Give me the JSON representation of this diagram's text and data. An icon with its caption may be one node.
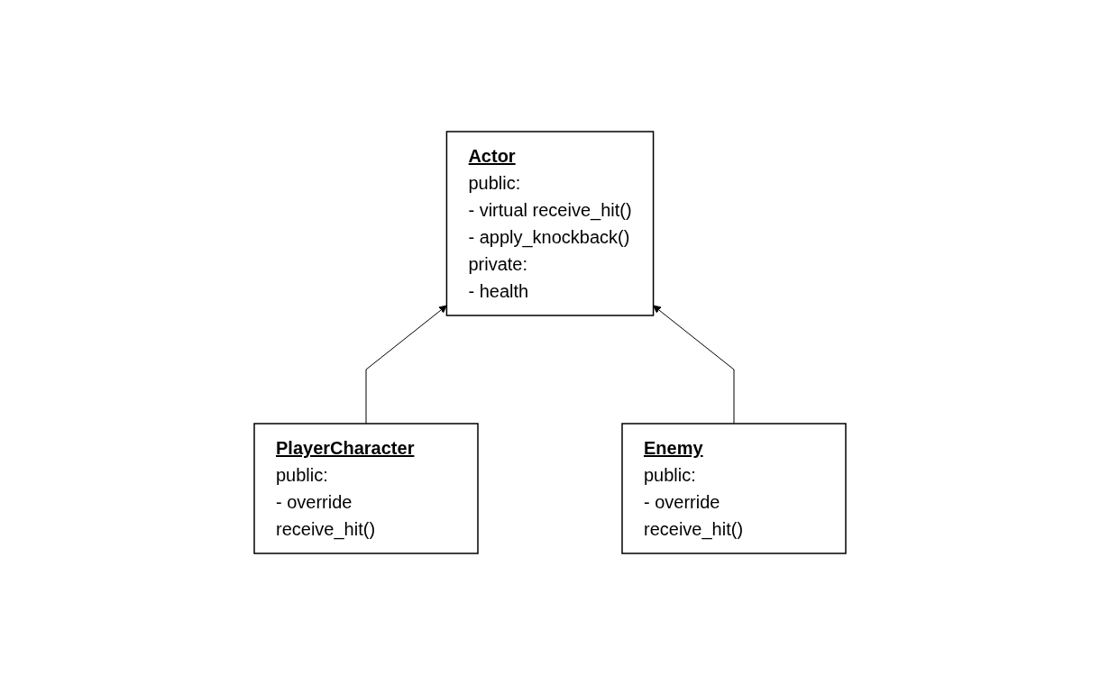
{
  "diagram": {
    "nodes": [
      {
        "text": [
          "Actor",
          "public:",
          "- virtual receive_hit()",
          "- apply_knockback()",
          "private:",
          "- health"
        ]
      },
      {
        "text": [
          "PlayerCharacter",
          "public:",
          "- override receive_hit()"
        ]
      },
      {
        "text": [
          "Enemy",
          "public:",
          "- override receive_hit()"
        ]
      }
    ],
    "edges": [
      {
        "from": 1,
        "to": 0,
        "arrow": "to"
      },
      {
        "from": 2,
        "to": 0,
        "arrow": "to"
      }
    ]
  }
}
